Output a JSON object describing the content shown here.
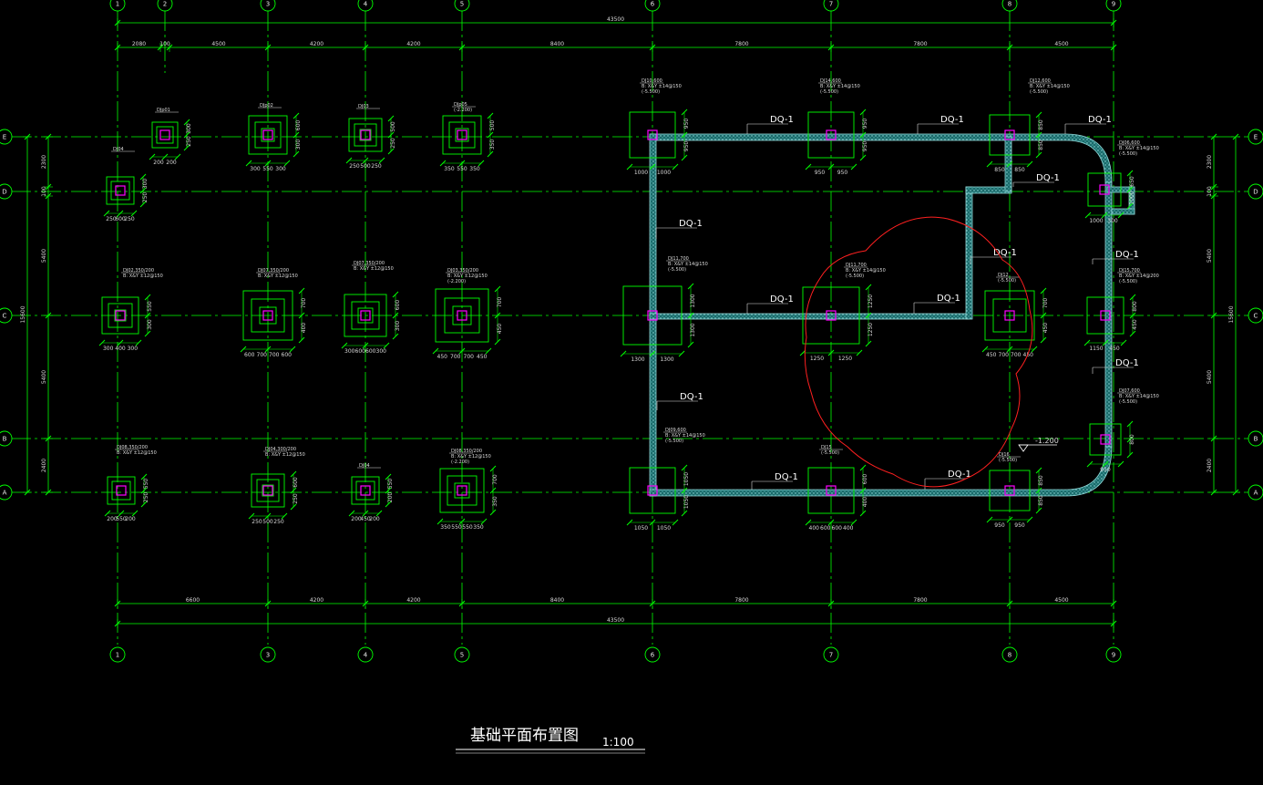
{
  "colors": {
    "background": "#000000",
    "grid_line": "#00ff00",
    "dimension": "#00ff00",
    "wall": "#2fb8b8",
    "column": "#ff00ff",
    "cloud": "#ff2020",
    "text": "#ffffff"
  },
  "axes": {
    "top_numbers": [
      "1",
      "2",
      "3",
      "4",
      "5",
      "6",
      "7",
      "8",
      "9"
    ],
    "bottom_numbers": [
      "1",
      "3",
      "4",
      "5",
      "6",
      "7",
      "8",
      "9"
    ],
    "letters": [
      "E",
      "D",
      "C",
      "B",
      "A"
    ]
  },
  "dims": {
    "top_total": "43500",
    "top_segments": [
      "2080",
      "100",
      "4500",
      "4200",
      "4200",
      "8400",
      "7800",
      "7800",
      "4500"
    ],
    "bottom_total": "43500",
    "bottom_segments": [
      "6600",
      "4200",
      "4200",
      "8400",
      "7800",
      "7800",
      "4500"
    ],
    "left_total": "15600",
    "left_segments": [
      "2300",
      "100",
      "5400",
      "5400",
      "2400"
    ],
    "right_total": "15600",
    "right_segments": [
      "2300",
      "100",
      "5400",
      "5400",
      "2400"
    ]
  },
  "footing_labels": {
    "j1": "DJp01",
    "j2": "DJp02",
    "j3": "DJ03",
    "j4": "DJ04",
    "j5": "DJp05\n(-2.200)",
    "j6": "DJ04",
    "c1": "DJ02,350/200\nB: X&Y ±12@150",
    "c3": "DJ07,350/200\nB: X&Y ±12@150",
    "c4": "DJ07,350/200\nB: X&Y ±12@150",
    "c5": "DJ03,350/200\nB: X&Y ±12@150\n(-2.200)",
    "a1": "DJ08,350/200\nB: X&Y ±12@150",
    "a3": "DJ04,300/200\nB: X&Y ±12@150",
    "a4": "DJ04",
    "a5": "DJ08,350/200\nB: X&Y ±12@150\n(-2.200)",
    "e6": "DJ10,600\nB: X&Y ±14@150\n(-5.500)",
    "e7": "DJ14,600\nB: X&Y ±14@150\n(-5.500)",
    "e8": "DJ12,600\nB: X&Y ±14@150\n(-5.500)",
    "e9": "DJ06,600\nB: X&Y ±14@150\n(-5.500)",
    "c6": "DJ11,700\nB: X&Y ±14@150\n(-5.500)",
    "c7": "DJ11,700\nB: X&Y ±14@150\n(-5.500)",
    "c8": "DJ12\n(-5.500)",
    "c9": "DJ15,700\nB: X&Y ±14@200\n(-5.500)",
    "b9": "DJ07,600\nB: X&Y ±14@150\n(-5.500)",
    "a6": "DJ09,600\nB: X&Y ±14@150\n(-5.500)",
    "a7": "DJ15\n(-5.500)",
    "a8": "DJ16\n(-5.500)"
  },
  "beam_label": "DQ-1",
  "elevation_mark": "-1.200",
  "title": {
    "text": "基础平面布置图",
    "scale": "1:100"
  }
}
